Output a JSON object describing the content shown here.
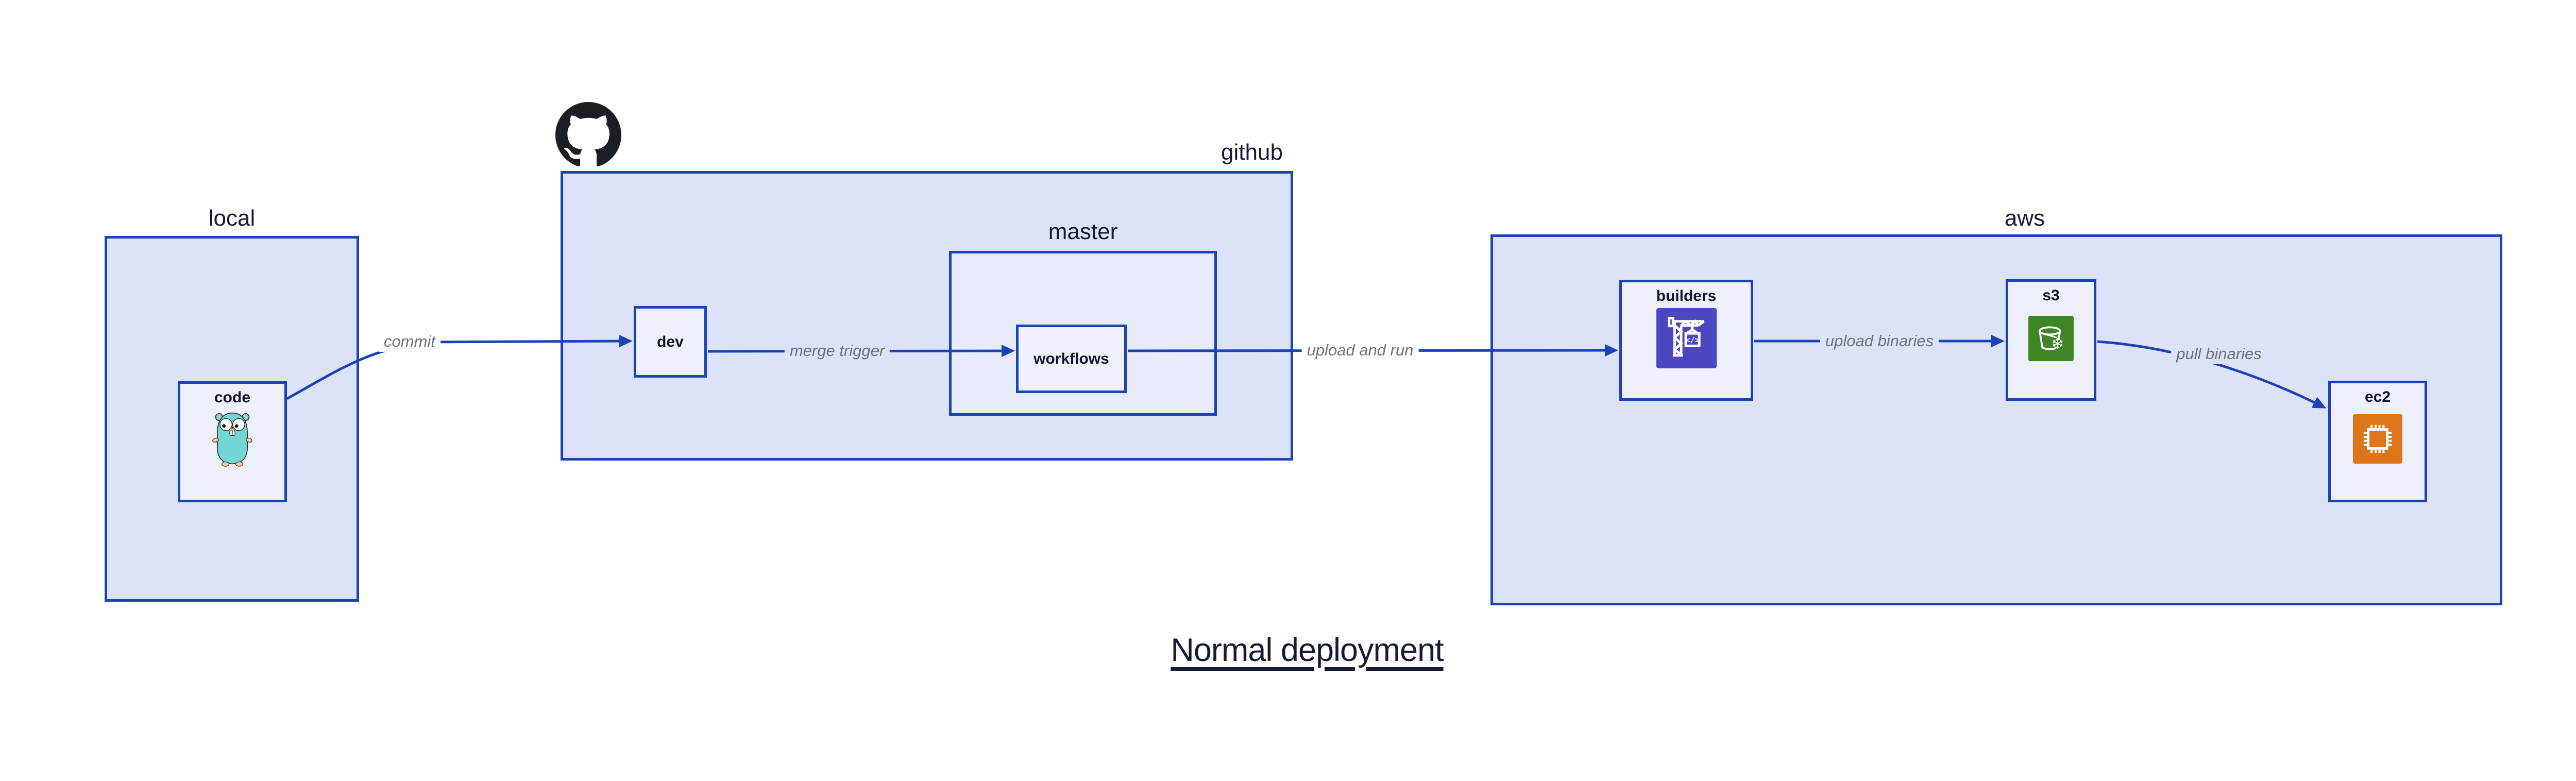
{
  "diagram": {
    "title": "Normal deployment",
    "groups": {
      "local": {
        "label": "local"
      },
      "github": {
        "label": "github"
      },
      "master": {
        "label": "master"
      },
      "aws": {
        "label": "aws"
      }
    },
    "nodes": {
      "code": {
        "label": "code",
        "icon": "go-gopher-icon"
      },
      "dev": {
        "label": "dev"
      },
      "workflows": {
        "label": "workflows"
      },
      "builders": {
        "label": "builders",
        "icon": "codebuild-crane-icon"
      },
      "s3": {
        "label": "s3",
        "icon": "s3-glacier-bucket-icon"
      },
      "ec2": {
        "label": "ec2",
        "icon": "ec2-chip-icon"
      }
    },
    "edges": [
      {
        "id": "commit",
        "label": "commit",
        "from": "code",
        "to": "dev"
      },
      {
        "id": "merge-trigger",
        "label": "merge trigger",
        "from": "dev",
        "to": "workflows"
      },
      {
        "id": "upload-and-run",
        "label": "upload and run",
        "from": "workflows",
        "to": "builders"
      },
      {
        "id": "upload-binaries",
        "label": "upload binaries",
        "from": "builders",
        "to": "s3"
      },
      {
        "id": "pull-binaries",
        "label": "pull binaries",
        "from": "s3",
        "to": "ec2"
      }
    ],
    "icons": {
      "github_logo": "github-octocat-mark",
      "code_icon": "go-gopher-mascot",
      "builders_icon": "aws-codebuild-crane",
      "s3_icon": "aws-s3-glacier-bucket-snowflake",
      "ec2_icon": "aws-ec2-cpu-chip"
    },
    "colors": {
      "line_blue": "#1b43b7",
      "group_fill": "#dce3f8",
      "mid_fill": "#e7ebfa",
      "node_fill": "#eef1fb",
      "text_navy": "#151b33",
      "edge_label_gray": "#6c717c",
      "codebuild_purple": "#4c46c0",
      "s3_green": "#3f8624",
      "ec2_orange": "#dd751b",
      "github_black": "#1b1f23",
      "gopher_teal": "#74d6d4",
      "background": "#ffffff"
    }
  }
}
